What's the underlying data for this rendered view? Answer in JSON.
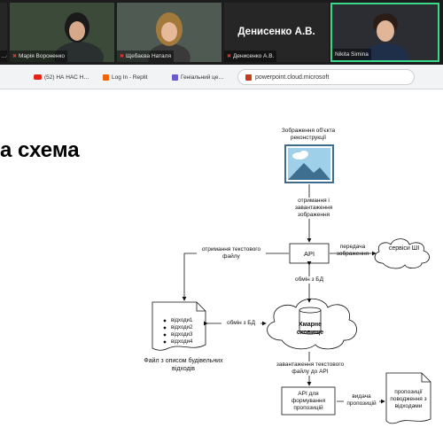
{
  "conference": {
    "participants": [
      {
        "name": "…ор",
        "mic_muted": false
      },
      {
        "name": "Марія Вороненко",
        "mic_muted": true
      },
      {
        "name": "Щебаєва Наталя",
        "mic_muted": true
      },
      {
        "name": "Денисенко А.В.",
        "display_title": "Денисенко А.В.",
        "mic_muted": true
      },
      {
        "name": "Nikita Simina",
        "mic_muted": false
      }
    ]
  },
  "browser": {
    "tabs": [
      {
        "label": "(52) НА НАС Н…",
        "icon": "youtube-icon"
      },
      {
        "label": "Log In - Replit",
        "icon": "replit-icon"
      },
      {
        "label": "Геніальний це…",
        "icon": "generic-icon"
      }
    ],
    "url": "powerpoint.cloud.microsoft"
  },
  "slide": {
    "title": "а схема",
    "diagram": {
      "image_caption": "Зображення об'єкта реконструкції",
      "edge_image_api": "отримання і завантаження зображення",
      "api_label": "API",
      "edge_api_ai": "передача зображення",
      "ai_label": "сервіси ШІ",
      "edge_api_file": "отримання текстового файлу",
      "edge_api_cloud": "обмін з БД",
      "file_items": [
        "відходи1",
        "відходи2",
        "відходи3",
        "відходи4"
      ],
      "edge_file_cloud": "обмін з БД",
      "file_caption": "Файл з описом будівельних відходів",
      "cloud_label": "Хмарне сховище",
      "edge_cloud_api2": "завантаження текстового файлу до API",
      "api2_label": "API для формування пропозицій",
      "edge_api2_doc": "видача пропозицій",
      "doc_label": "пропозиції поводження з відходами"
    }
  }
}
